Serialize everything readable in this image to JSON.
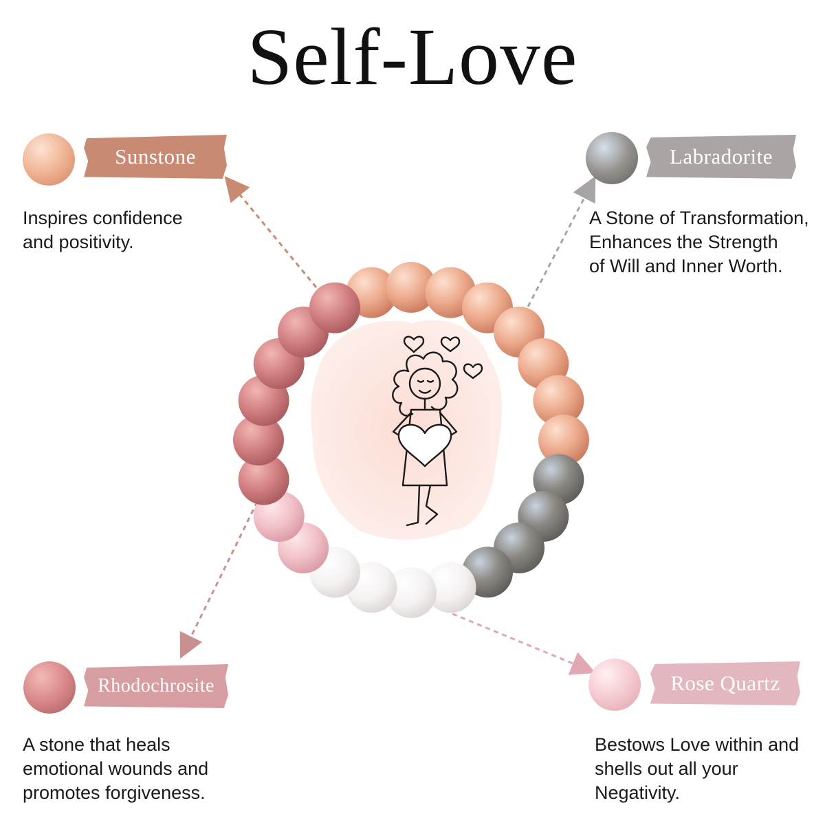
{
  "title": "Self-Love",
  "stones": [
    {
      "name": "Sunstone",
      "description": [
        "Inspires confidence",
        "and positivity."
      ],
      "label_color": "#c98a74",
      "ball_color": "#f0b595"
    },
    {
      "name": "Labradorite",
      "description": [
        "A Stone of Transformation,",
        "Enhances the Strength",
        "of Will and Inner Worth."
      ],
      "label_color": "#aaa4a4",
      "ball_color": "#8f8c8a"
    },
    {
      "name": "Rhodochrosite",
      "description": [
        "A stone that heals",
        "emotional wounds and",
        "promotes forgiveness."
      ],
      "label_color": "#d69ea0",
      "ball_color": "#d98a8b"
    },
    {
      "name": "Rose Quartz",
      "description": [
        "Bestows Love within and",
        "shells out all your",
        "Negativity."
      ],
      "label_color": "#e3b7bf",
      "ball_color": "#f2c5cb"
    }
  ],
  "colors": {
    "sunstone_bead": "#e9a486",
    "labradorite_bead": "#8a8682",
    "rhodochrosite_bead": "#cf7f80",
    "rose_quartz_bead": "#f3c3c9",
    "white_jade_bead": "#f5f3f3",
    "watercolor": "#f9d2c7"
  },
  "icons": [
    "heart-icon",
    "girl-holding-heart-illustration",
    "dashed-arrow-icon"
  ]
}
